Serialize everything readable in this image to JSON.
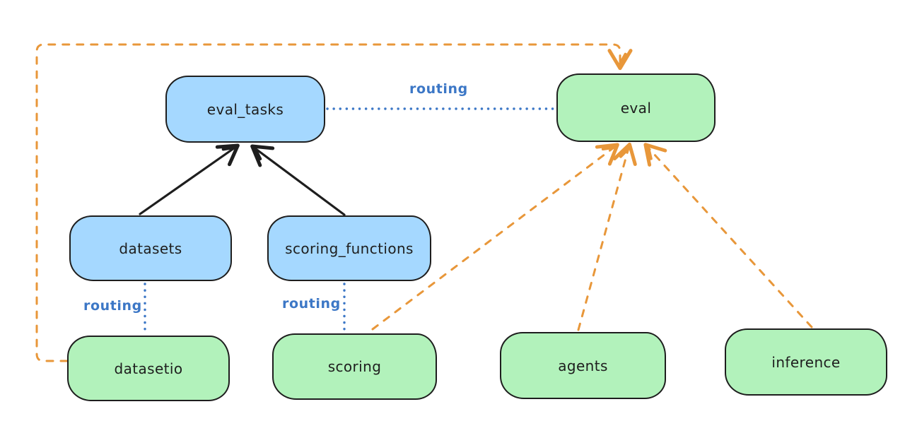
{
  "diagram": {
    "nodes": {
      "eval_tasks": {
        "label": "eval_tasks",
        "color": "blue"
      },
      "eval": {
        "label": "eval",
        "color": "green"
      },
      "datasets": {
        "label": "datasets",
        "color": "blue"
      },
      "scoring_functions": {
        "label": "scoring_functions",
        "color": "blue"
      },
      "datasetio": {
        "label": "datasetio",
        "color": "green"
      },
      "scoring": {
        "label": "scoring",
        "color": "green"
      },
      "agents": {
        "label": "agents",
        "color": "green"
      },
      "inference": {
        "label": "inference",
        "color": "green"
      }
    },
    "edge_labels": {
      "eval_tasks_eval": "routing",
      "datasets_datasetio": "routing",
      "scoring_functions_scoring": "routing"
    },
    "edges": [
      {
        "from": "datasets",
        "to": "eval_tasks",
        "style": "solid",
        "color": "black",
        "arrow": true
      },
      {
        "from": "scoring_functions",
        "to": "eval_tasks",
        "style": "solid",
        "color": "black",
        "arrow": true
      },
      {
        "from": "eval_tasks",
        "to": "eval",
        "style": "dotted",
        "color": "blue",
        "arrow": false,
        "label": "routing"
      },
      {
        "from": "datasets",
        "to": "datasetio",
        "style": "dotted",
        "color": "blue",
        "arrow": false,
        "label": "routing"
      },
      {
        "from": "scoring_functions",
        "to": "scoring",
        "style": "dotted",
        "color": "blue",
        "arrow": false,
        "label": "routing"
      },
      {
        "from": "datasetio",
        "to": "eval",
        "style": "dashed",
        "color": "orange",
        "arrow": true
      },
      {
        "from": "scoring",
        "to": "eval",
        "style": "dashed",
        "color": "orange",
        "arrow": true
      },
      {
        "from": "agents",
        "to": "eval",
        "style": "dashed",
        "color": "orange",
        "arrow": true
      },
      {
        "from": "inference",
        "to": "eval",
        "style": "dashed",
        "color": "orange",
        "arrow": true
      }
    ],
    "colors": {
      "blue_fill": "#a5d8ff",
      "green_fill": "#b2f2bb",
      "stroke": "#1e1e1e",
      "routing_blue": "#3c77c6",
      "dashed_orange": "#e8973a",
      "background": "#ffffff"
    }
  }
}
